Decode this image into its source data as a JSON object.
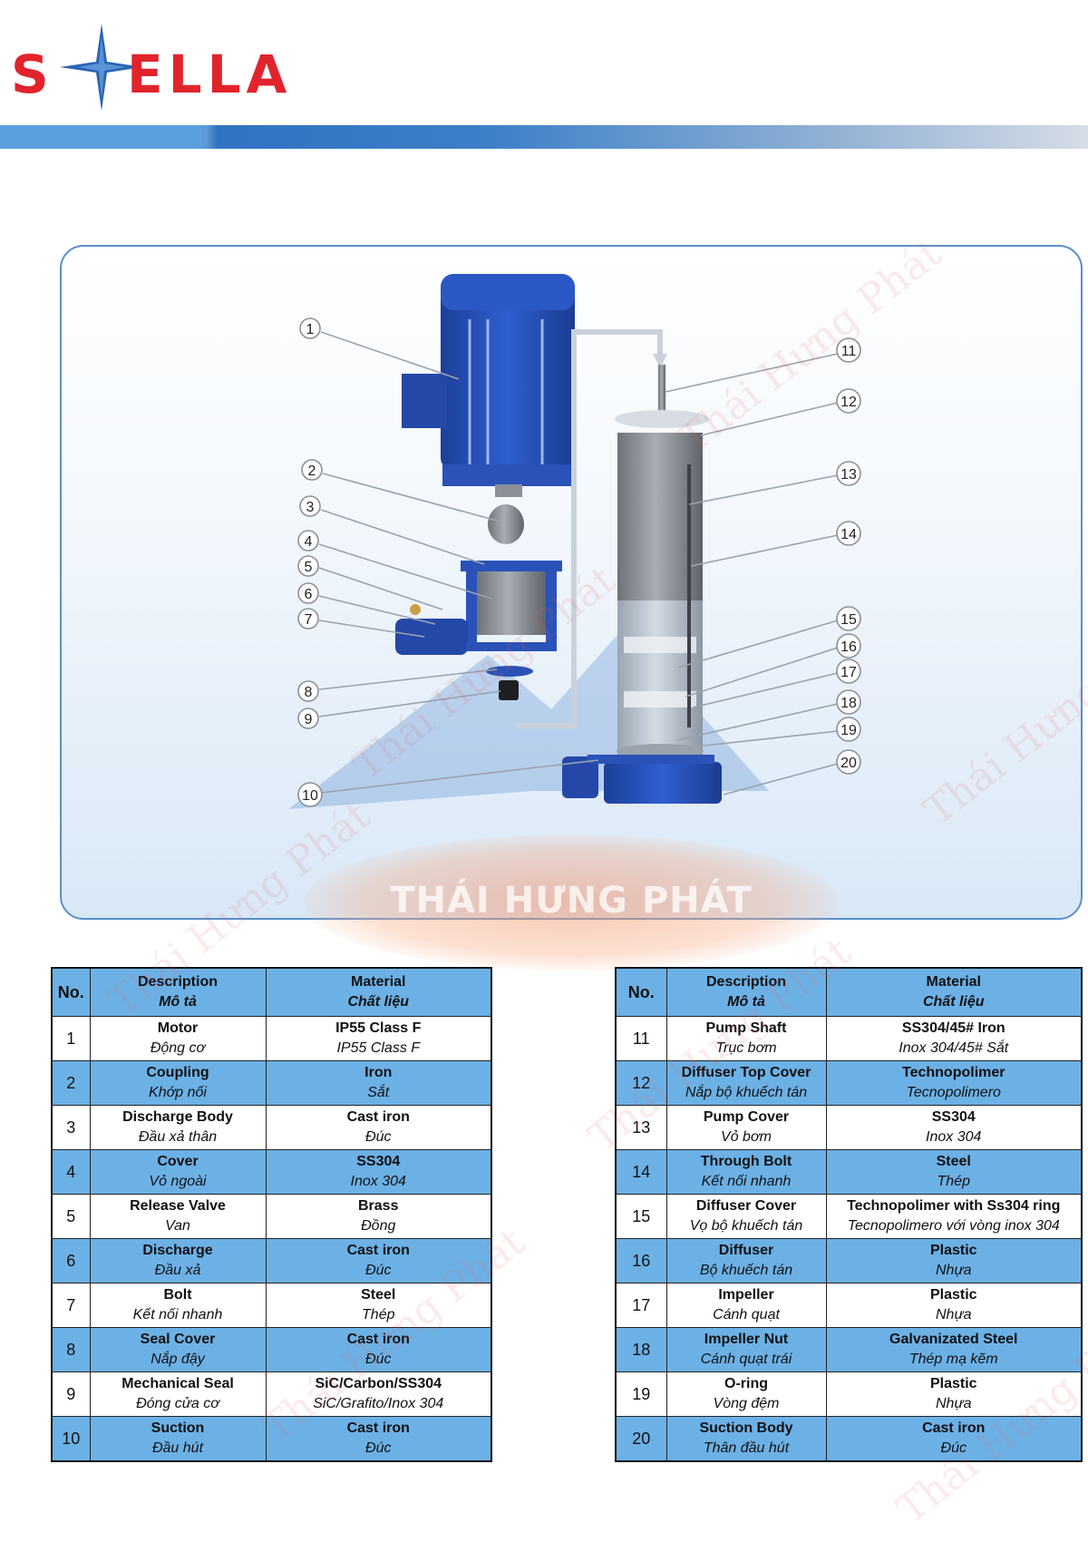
{
  "brand": {
    "logo_text": "STELLA",
    "logo_red": "#e1242b",
    "logo_blue": "#2a65b4"
  },
  "watermark": {
    "text": "Thái Hưng Phát",
    "brand_text": "THÁI HƯNG PHÁT"
  },
  "diagram": {
    "callouts": [
      "1",
      "2",
      "3",
      "4",
      "5",
      "6",
      "7",
      "8",
      "9",
      "10",
      "11",
      "12",
      "13",
      "14",
      "15",
      "16",
      "17",
      "18",
      "19",
      "20"
    ]
  },
  "table_headers": {
    "no": "No.",
    "desc_en": "Description",
    "desc_vi": "Mô tả",
    "mat_en": "Material",
    "mat_vi": "Chất liệu"
  },
  "parts_left": [
    {
      "no": "1",
      "desc_en": "Motor",
      "desc_vi": "Động cơ",
      "mat_en": "IP55 Class F",
      "mat_vi": "IP55 Class F"
    },
    {
      "no": "2",
      "desc_en": "Coupling",
      "desc_vi": "Khớp nối",
      "mat_en": "Iron",
      "mat_vi": "Sắt"
    },
    {
      "no": "3",
      "desc_en": "Discharge Body",
      "desc_vi": "Đầu xả thân",
      "mat_en": "Cast iron",
      "mat_vi": "Đúc"
    },
    {
      "no": "4",
      "desc_en": "Cover",
      "desc_vi": "Vỏ ngoài",
      "mat_en": "SS304",
      "mat_vi": "Inox 304"
    },
    {
      "no": "5",
      "desc_en": "Release Valve",
      "desc_vi": "Van",
      "mat_en": "Brass",
      "mat_vi": "Đồng"
    },
    {
      "no": "6",
      "desc_en": "Discharge",
      "desc_vi": "Đầu xả",
      "mat_en": "Cast iron",
      "mat_vi": "Đúc"
    },
    {
      "no": "7",
      "desc_en": "Bolt",
      "desc_vi": "Kết nối nhanh",
      "mat_en": "Steel",
      "mat_vi": "Thép"
    },
    {
      "no": "8",
      "desc_en": "Seal Cover",
      "desc_vi": "Nắp đậy",
      "mat_en": "Cast iron",
      "mat_vi": "Đúc"
    },
    {
      "no": "9",
      "desc_en": "Mechanical Seal",
      "desc_vi": "Đóng cửa cơ",
      "mat_en": "SiC/Carbon/SS304",
      "mat_vi": "SiC/Grafito/Inox 304"
    },
    {
      "no": "10",
      "desc_en": "Suction",
      "desc_vi": "Đầu hút",
      "mat_en": "Cast iron",
      "mat_vi": "Đúc"
    }
  ],
  "parts_right": [
    {
      "no": "11",
      "desc_en": "Pump Shaft",
      "desc_vi": "Trục bơm",
      "mat_en": "SS304/45# Iron",
      "mat_vi": "Inox 304/45# Sắt"
    },
    {
      "no": "12",
      "desc_en": "Diffuser Top Cover",
      "desc_vi": "Nắp bộ khuếch tán",
      "mat_en": "Technopolimer",
      "mat_vi": "Tecnopolimero"
    },
    {
      "no": "13",
      "desc_en": "Pump Cover",
      "desc_vi": "Vỏ bơm",
      "mat_en": "SS304",
      "mat_vi": "Inox 304"
    },
    {
      "no": "14",
      "desc_en": "Through Bolt",
      "desc_vi": "Kết nối nhanh",
      "mat_en": "Steel",
      "mat_vi": "Thép"
    },
    {
      "no": "15",
      "desc_en": "Diffuser Cover",
      "desc_vi": "Vọ bộ khuếch tán",
      "mat_en": "Technopolimer with Ss304 ring",
      "mat_vi": "Tecnopolimero với vòng inox 304"
    },
    {
      "no": "16",
      "desc_en": "Diffuser",
      "desc_vi": "Bộ khuếch tán",
      "mat_en": "Plastic",
      "mat_vi": "Nhựa"
    },
    {
      "no": "17",
      "desc_en": "Impeller",
      "desc_vi": "Cánh quạt",
      "mat_en": "Plastic",
      "mat_vi": "Nhựa"
    },
    {
      "no": "18",
      "desc_en": "Impeller Nut",
      "desc_vi": "Cánh quạt trái",
      "mat_en": "Galvanizated Steel",
      "mat_vi": "Thép mạ kẽm"
    },
    {
      "no": "19",
      "desc_en": "O-ring",
      "desc_vi": "Vòng đệm",
      "mat_en": "Plastic",
      "mat_vi": "Nhựa"
    },
    {
      "no": "20",
      "desc_en": "Suction Body",
      "desc_vi": "Thân đầu hút",
      "mat_en": "Cast iron",
      "mat_vi": "Đúc"
    }
  ]
}
